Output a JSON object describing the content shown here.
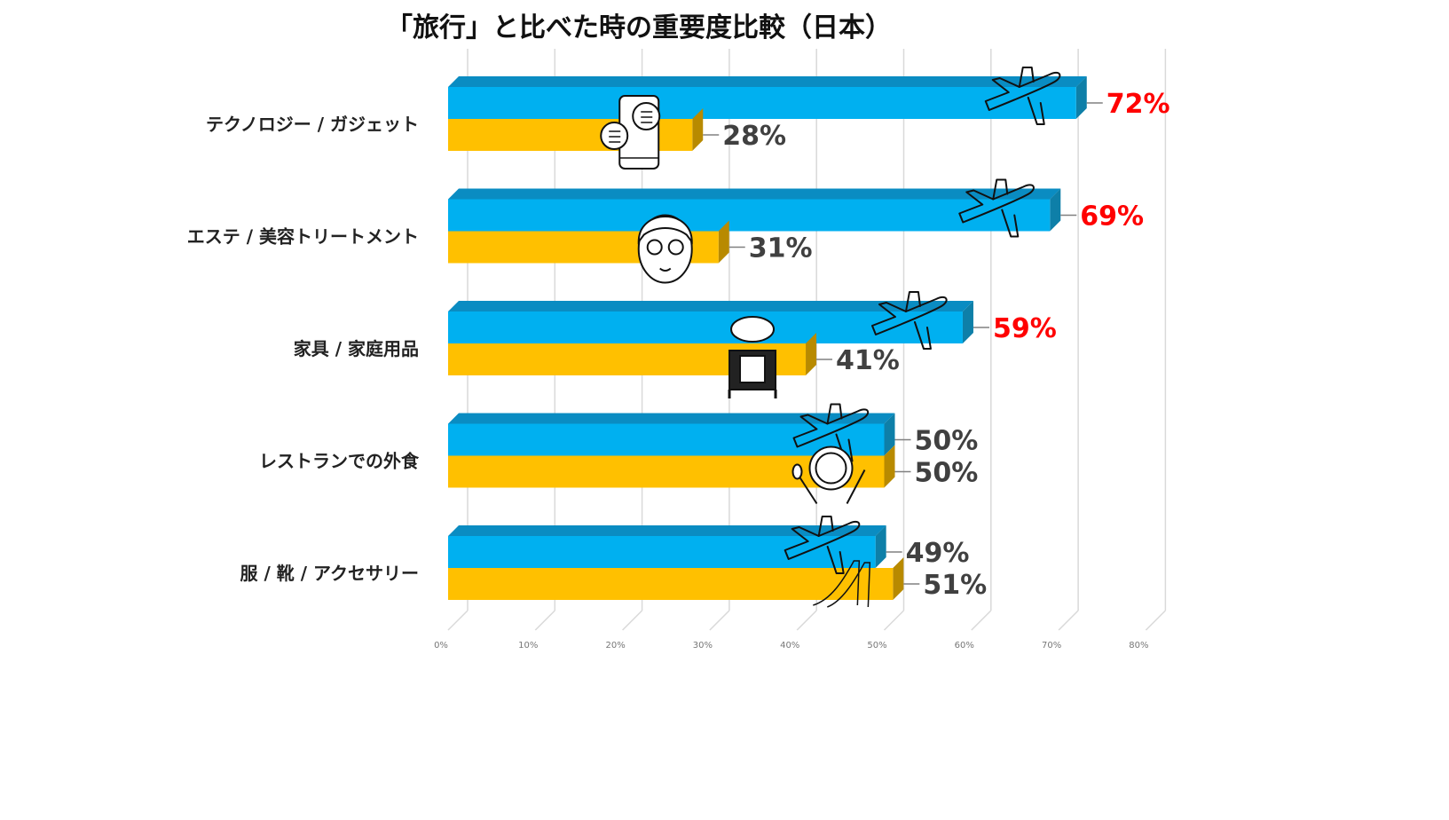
{
  "chart_data": {
    "type": "bar",
    "orientation": "horizontal",
    "title": "「旅行」と比べた時の重要度比較（日本）",
    "categories": [
      "テクノロジー / ガジェット",
      "エステ / 美容トリートメント",
      "家具 / 家庭用品",
      "レストランでの外食",
      "服 / 靴 / アクセサリー"
    ],
    "series": [
      {
        "values": [
          72,
          69,
          59,
          50,
          49
        ],
        "color": "#00B0F0",
        "side_color": "#0E7FA8",
        "top_color": "#0A8CC2"
      },
      {
        "values": [
          28,
          31,
          41,
          50,
          51
        ],
        "color": "#FFC000",
        "side_color": "#B88A00",
        "top_color": "#D9A300"
      }
    ],
    "value_labels": {
      "series0": [
        "72%",
        "69%",
        "59%",
        "50%",
        "49%"
      ],
      "series1": [
        "28%",
        "31%",
        "41%",
        "50%",
        "51%"
      ]
    },
    "value_label_colors": {
      "series0": [
        "#FF0000",
        "#FF0000",
        "#FF0000",
        "#404040",
        "#404040"
      ],
      "series1": [
        "#404040",
        "#404040",
        "#404040",
        "#404040",
        "#404040"
      ]
    },
    "xlim": [
      0,
      80
    ],
    "x_ticks": [
      "0%",
      "10%",
      "20%",
      "30%",
      "40%",
      "50%",
      "60%",
      "70%",
      "80%"
    ],
    "grid": true,
    "legend": "none",
    "icons": {
      "series0": [
        "airplane-icon",
        "airplane-icon",
        "airplane-icon",
        "airplane-icon",
        "airplane-icon"
      ],
      "series1": [
        "smartphone-chat-icon",
        "face-mask-icon",
        "vanity-mirror-icon",
        "plate-cutlery-icon",
        "high-heels-icon"
      ]
    }
  }
}
